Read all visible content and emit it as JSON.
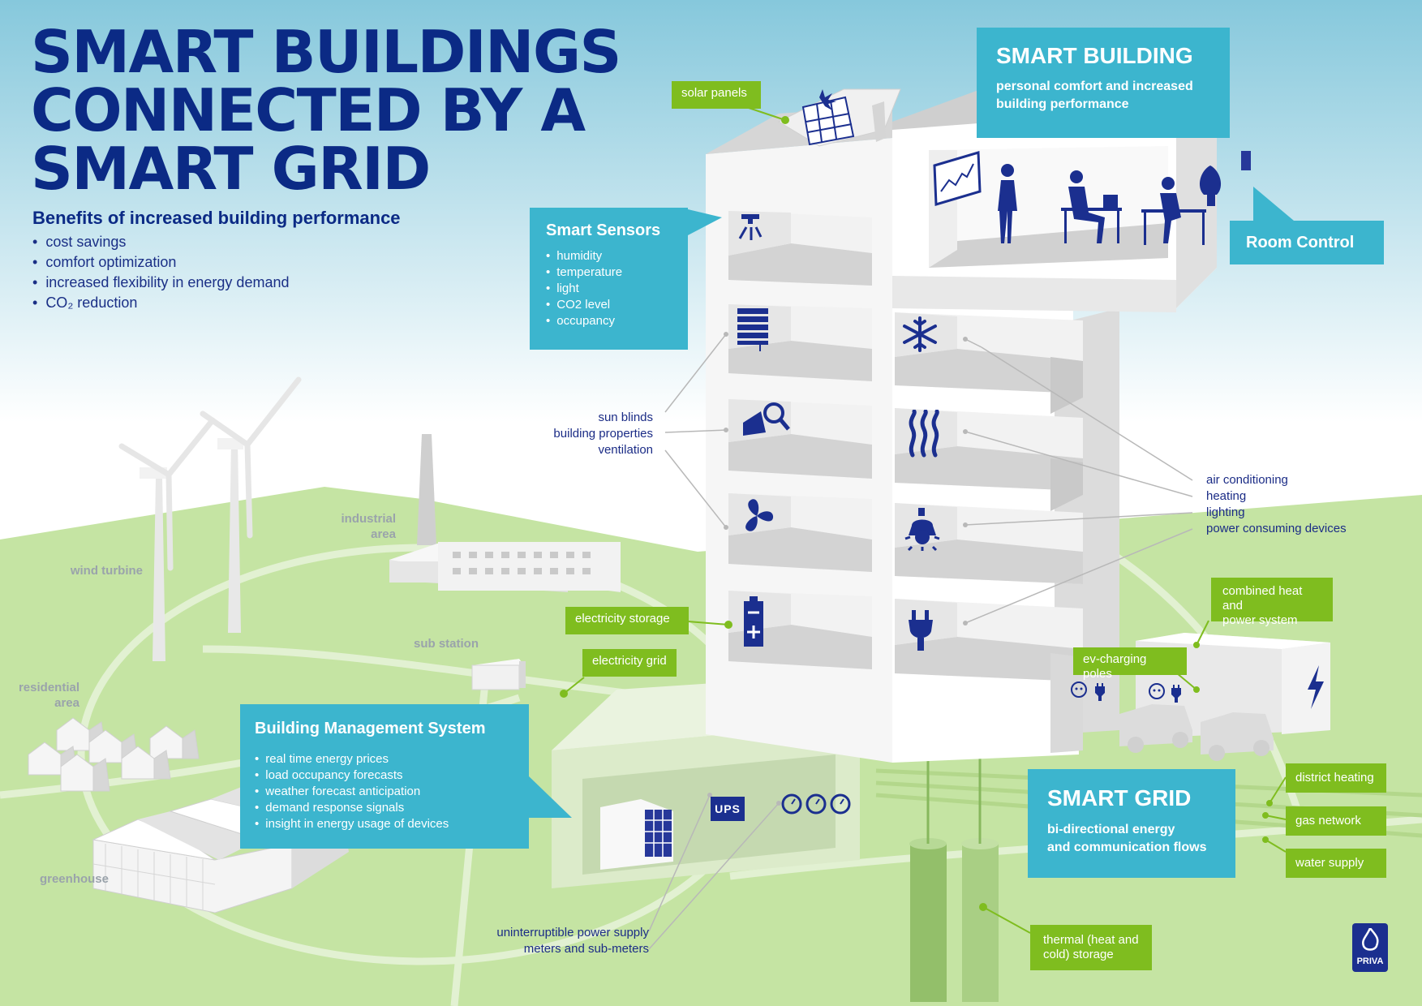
{
  "title": {
    "line1": "SMART BUILDINGS",
    "line2": "CONNECTED BY A",
    "line3": "SMART GRID"
  },
  "benefits": {
    "heading": "Benefits of increased building performance",
    "items": [
      "cost savings",
      "comfort optimization",
      "increased flexibility in energy demand",
      "CO₂ reduction"
    ]
  },
  "smart_building": {
    "title": "SMART BUILDING",
    "line1": "personal comfort and increased",
    "line2": "building performance"
  },
  "room_control": {
    "label": "Room Control"
  },
  "smart_sensors": {
    "title": "Smart Sensors",
    "items": [
      "humidity",
      "temperature",
      "light",
      "CO2 level",
      "occupancy"
    ]
  },
  "bms": {
    "title": "Building Management System",
    "items": [
      "real time energy prices",
      "load occupancy forecasts",
      "weather forecast anticipation",
      "demand response signals",
      "insight in energy usage of devices"
    ]
  },
  "smart_grid": {
    "title": "SMART GRID",
    "line1": "bi-directional energy",
    "line2": "and communication flows"
  },
  "tags": {
    "solar_panels": "solar panels",
    "electricity_storage": "electricity storage",
    "electricity_grid": "electricity grid",
    "ev_charging": "ev-charging poles",
    "chp_line1": "combined heat and",
    "chp_line2": "power system",
    "district_heating": "district heating",
    "gas_network": "gas network",
    "water_supply": "water supply",
    "thermal_line1": "thermal (heat and",
    "thermal_line2": "cold) storage"
  },
  "labels": {
    "sun_blinds": "sun blinds",
    "building_properties": "building properties",
    "ventilation": "ventilation",
    "air_conditioning": "air conditioning",
    "heating": "heating",
    "lighting": "lighting",
    "power_devices": "power consuming devices",
    "ups_line": "uninterruptible power supply",
    "meters_line": "meters and sub-meters",
    "ups_badge": "UPS"
  },
  "landscape": {
    "wind_turbine": "wind turbine",
    "industrial_1": "industrial",
    "industrial_2": "area",
    "sub_station": "sub station",
    "residential_1": "residential",
    "residential_2": "area",
    "greenhouse": "greenhouse"
  },
  "logo": {
    "text": "PRIVA"
  },
  "icons": {
    "sprinkler": "sprinkler-icon",
    "blinds": "sun-blinds-icon",
    "magnifier": "building-properties-icon",
    "fan": "ventilation-fan-icon",
    "battery": "battery-icon",
    "snowflake": "air-conditioning-icon",
    "heat": "heating-icon",
    "bulb": "lighting-icon",
    "plug": "power-plug-icon",
    "lightning": "lightning-icon",
    "chart": "chart-icon",
    "solar": "solar-panel-icon"
  },
  "colors": {
    "navy": "#0b2a85",
    "teal": "#3cb5ce",
    "green": "#7fbd1f",
    "grass": "#c5e4a3",
    "sky": "#8fcbdd"
  }
}
